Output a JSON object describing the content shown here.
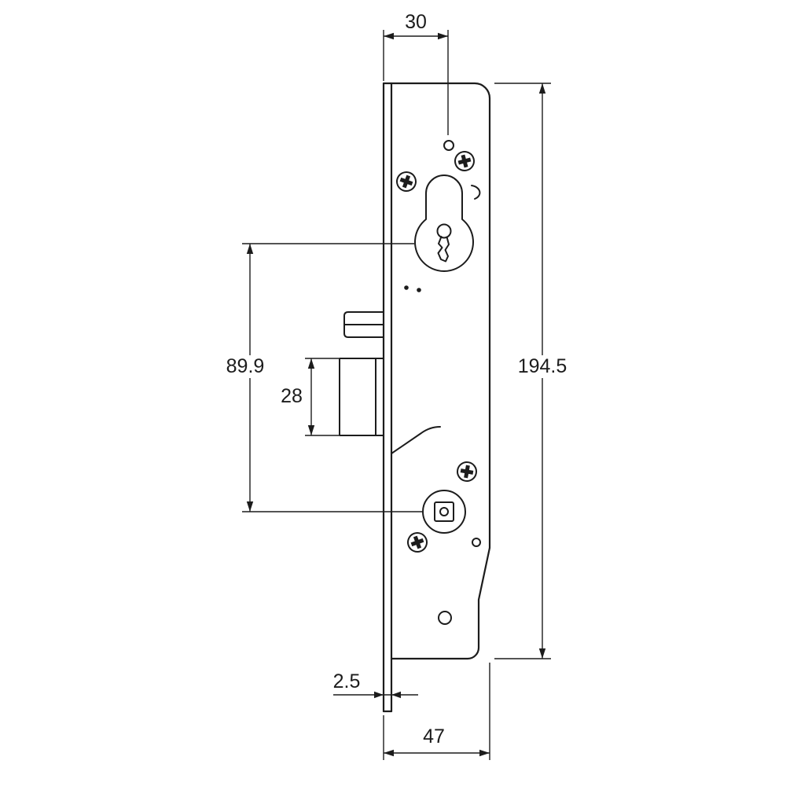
{
  "drawing": {
    "subject": "Mortise lock case side elevation technical drawing",
    "dimensions": {
      "backset": "30",
      "overall_height": "194.5",
      "lock_centres": "89.9",
      "bolt_case_height": "28",
      "faceplate_thickness": "2.5",
      "case_depth": "47"
    }
  },
  "colors": {
    "line": "#1c1c1c",
    "background": "#ffffff"
  }
}
